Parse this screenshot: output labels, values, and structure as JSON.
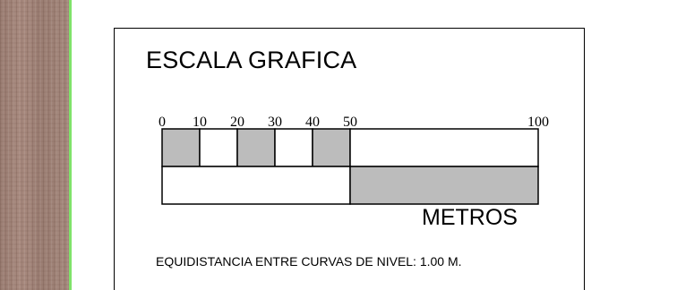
{
  "title": "ESCALA GRAFICA",
  "scale": {
    "tick_labels": [
      "0",
      "10",
      "20",
      "30",
      "40",
      "50",
      "100"
    ],
    "tick_values": [
      0,
      10,
      20,
      30,
      40,
      50,
      100
    ],
    "unit_label": "METROS",
    "fill_color": "#bcbcbc",
    "empty_color": "#ffffff"
  },
  "note": "EQUIDISTANCIA ENTRE CURVAS DE NIVEL: 1.00 M."
}
